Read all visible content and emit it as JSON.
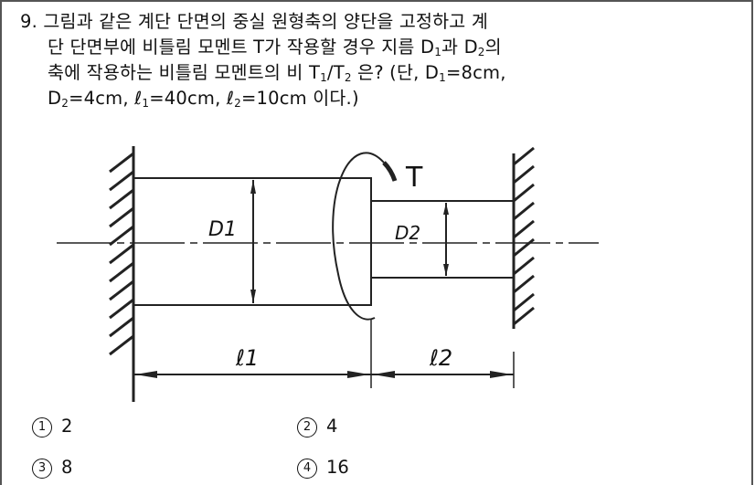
{
  "question": {
    "number": "9.",
    "line1": "그림과 같은 계단 단면의 중실 원형축의 양단을 고정하고 계",
    "line2_a": "단 단면부에 비틀림 모멘트 T가 작용할 경우 지름 D",
    "line2_sub1": "1",
    "line2_b": "과 D",
    "line2_sub2": "2",
    "line2_c": "의",
    "line3_a": "축에 작용하는 비틀림 모멘트의 비 T",
    "line3_sub1": "1",
    "line3_b": "/T",
    "line3_sub2": "2",
    "line3_c": " 은? (단, D",
    "line3_sub3": "1",
    "line3_d": "=8cm,",
    "line4_a": "D",
    "line4_sub1": "2",
    "line4_b": "=4cm, ℓ",
    "line4_sub2": "1",
    "line4_c": "=40cm, ℓ",
    "line4_sub3": "2",
    "line4_d": "=10cm 이다.)"
  },
  "figure": {
    "label_torque": "T",
    "label_d1": "D1",
    "label_d2": "D2",
    "label_l1": "ℓ1",
    "label_l2": "ℓ2"
  },
  "choices": [
    {
      "marker": "1",
      "value": "2"
    },
    {
      "marker": "2",
      "value": "4"
    },
    {
      "marker": "3",
      "value": "8"
    },
    {
      "marker": "4",
      "value": "16"
    }
  ]
}
